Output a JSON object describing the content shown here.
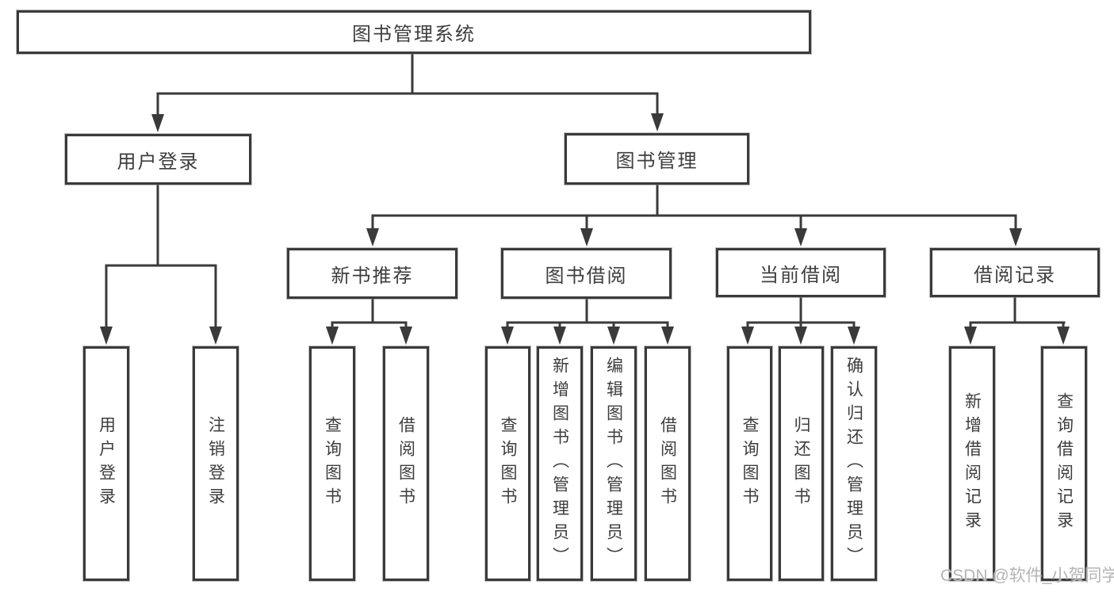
{
  "nodes": {
    "root": {
      "label": "图书管理系统"
    },
    "level1": [
      {
        "label": "用户登录"
      },
      {
        "label": "图书管理"
      }
    ],
    "level2": [
      {
        "label": "新书推荐"
      },
      {
        "label": "图书借阅"
      },
      {
        "label": "当前借阅"
      },
      {
        "label": "借阅记录"
      }
    ],
    "leaves": [
      {
        "label": "用户登录"
      },
      {
        "label": "注销登录"
      },
      {
        "label": "查询图书"
      },
      {
        "label": "借阅图书"
      },
      {
        "label": "查询图书"
      },
      {
        "label": "新增图书（管理员）"
      },
      {
        "label": "编辑图书（管理员）"
      },
      {
        "label": "借阅图书"
      },
      {
        "label": "查询图书"
      },
      {
        "label": "归还图书"
      },
      {
        "label": "确认归还（管理员）"
      },
      {
        "label": "新增借阅记录"
      },
      {
        "label": "查询借阅记录"
      }
    ]
  },
  "watermark": {
    "text": "CSDN @软件_小贺同学"
  },
  "colors": {
    "line": "#3a3a3a",
    "box_border": "#3a3a3a",
    "text": "#3d3d3d",
    "background": "#ffffff",
    "watermark": "#b5b5b5"
  }
}
